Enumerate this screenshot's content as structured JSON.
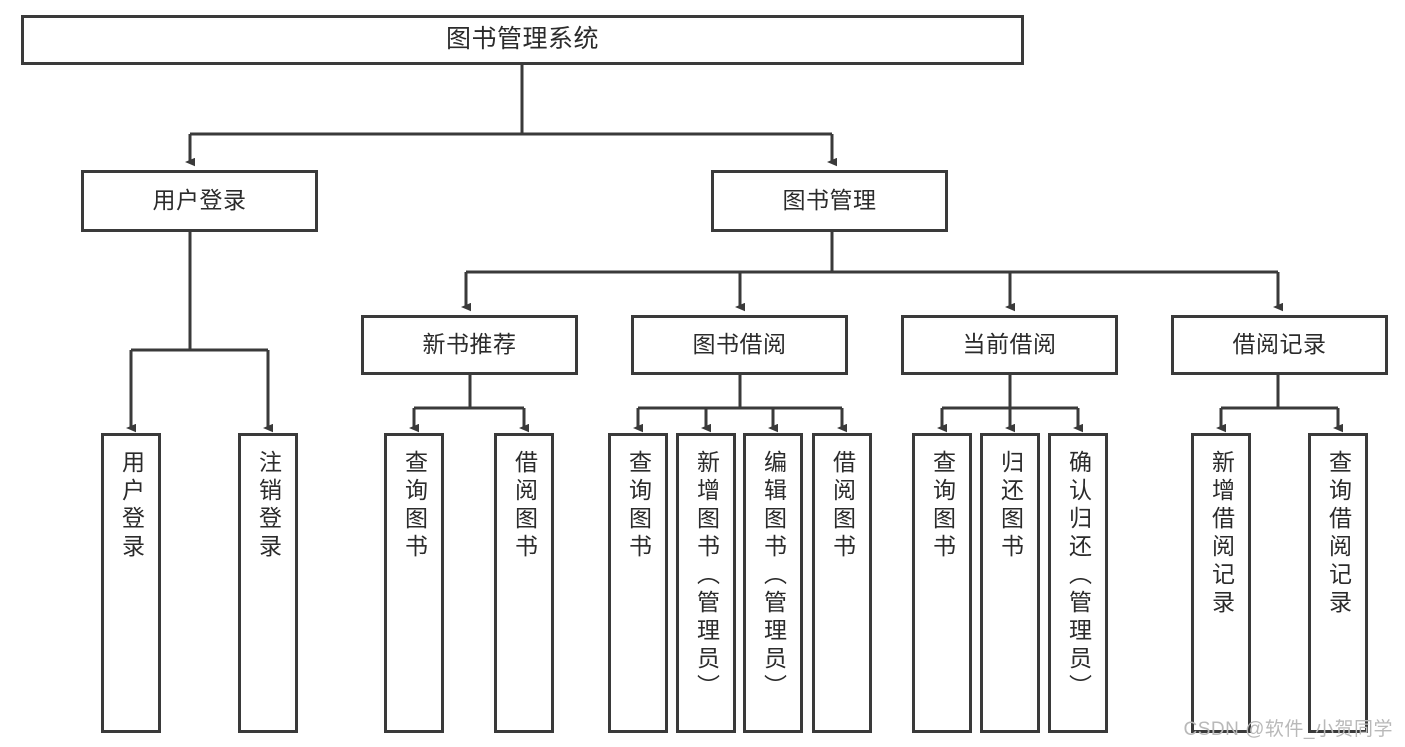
{
  "diagram": {
    "title": "图书管理系统",
    "watermark": "CSDN @软件_小贺同学",
    "nodes": {
      "root": {
        "label": "图书管理系统"
      },
      "level2": [
        {
          "id": "user-login",
          "label": "用户登录"
        },
        {
          "id": "book-manage",
          "label": "图书管理"
        }
      ],
      "level3": [
        {
          "id": "new-book-recommend",
          "label": "新书推荐"
        },
        {
          "id": "book-borrow",
          "label": "图书借阅"
        },
        {
          "id": "current-borrow",
          "label": "当前借阅"
        },
        {
          "id": "borrow-record",
          "label": "借阅记录"
        }
      ],
      "leaves": {
        "user_login": [
          {
            "id": "leaf-user-login",
            "label": "用户登录"
          },
          {
            "id": "leaf-logout-login",
            "label": "注销登录"
          }
        ],
        "new_book_recommend": [
          {
            "id": "leaf-query-book-1",
            "label": "查询图书"
          },
          {
            "id": "leaf-borrow-book-1",
            "label": "借阅图书"
          }
        ],
        "book_borrow": [
          {
            "id": "leaf-query-book-2",
            "label": "查询图书"
          },
          {
            "id": "leaf-add-book",
            "label": "新增图书（管理员）"
          },
          {
            "id": "leaf-edit-book",
            "label": "编辑图书（管理员）"
          },
          {
            "id": "leaf-borrow-book-2",
            "label": "借阅图书"
          }
        ],
        "current_borrow": [
          {
            "id": "leaf-query-book-3",
            "label": "查询图书"
          },
          {
            "id": "leaf-return-book",
            "label": "归还图书"
          },
          {
            "id": "leaf-confirm-return",
            "label": "确认归还（管理员）"
          }
        ],
        "borrow_record": [
          {
            "id": "leaf-add-record",
            "label": "新增借阅记录"
          },
          {
            "id": "leaf-query-record",
            "label": "查询借阅记录"
          }
        ]
      }
    },
    "colors": {
      "stroke": "#3a3a3a",
      "background": "#ffffff",
      "text": "#2b2b2b",
      "watermark": "#b9b9b9"
    }
  }
}
